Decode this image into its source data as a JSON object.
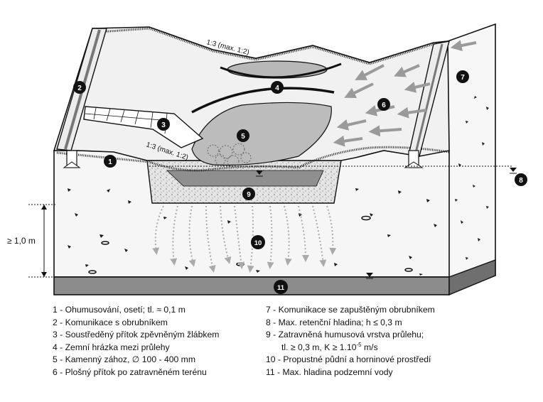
{
  "diagram": {
    "slope_top": "1:3 (max. 1:2)",
    "slope_channel": "1:3 (max. 1:2)",
    "depth_label": "≥ 1,0 m",
    "markers": [
      "1",
      "2",
      "3",
      "4",
      "5",
      "6",
      "7",
      "8",
      "9",
      "10",
      "11"
    ]
  },
  "legend": {
    "left": [
      "1 - Ohumusování, osetí; tl. ≈ 0,1 m",
      "2 - Komunikace s obrubníkem",
      "3 - Soustředěný přítok zpěvněným žlábkem",
      "4 - Zemní hrázka mezi průlehy",
      "5 - Kamenný zához, ∅ 100 - 400 mm",
      "6 - Plošný přítok po zatravněném terénu"
    ],
    "right": [
      "7 - Komunikace se zapuštěným obrubníkem",
      "8 - Max. retenční hladina; h ≤ 0,3 m",
      "9 - Zatravněná humusová vrstva průlehu;",
      "tl. ≥ 0,3 m, K ≥ 1.10",
      "-5",
      " m/s",
      "10 - Propustné půdní a horninové prostředí",
      "11 - Max. hladina podzemní vody"
    ]
  },
  "colors": {
    "outline": "#111111",
    "soil": "#f2f2f2",
    "groundwater": "#8c8c8c",
    "gravel_layer": "#dcdcdc",
    "stone_area": "#bdbdbd",
    "marker_fill": "#111111",
    "marker_text": "#ffffff",
    "arrow": "#999999"
  }
}
